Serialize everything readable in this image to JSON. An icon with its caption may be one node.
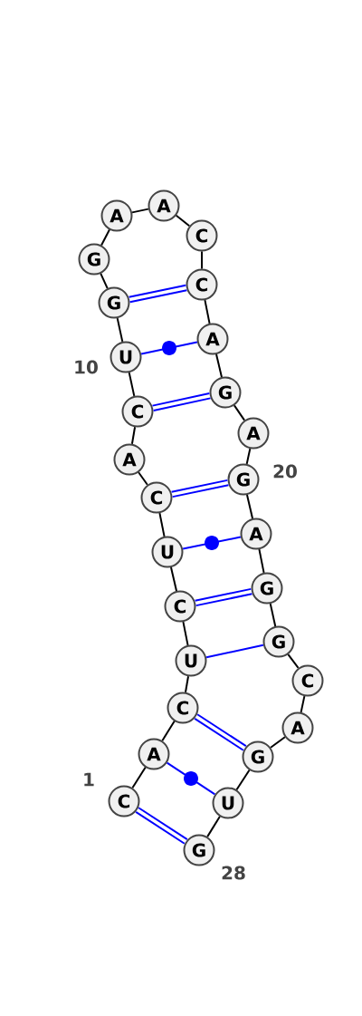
{
  "diagram": {
    "nodes": [
      {
        "text": [
          "C"
        ],
        "beside": [
          "1"
        ]
      },
      {
        "text": [
          "A"
        ]
      },
      {
        "text": [
          "C"
        ]
      },
      {
        "text": [
          "U"
        ]
      },
      {
        "text": [
          "C"
        ]
      },
      {
        "text": [
          "U"
        ]
      },
      {
        "text": [
          "C"
        ]
      },
      {
        "text": [
          "A"
        ]
      },
      {
        "text": [
          "C"
        ]
      },
      {
        "text": [
          "U"
        ],
        "beside": [
          "10"
        ]
      },
      {
        "text": [
          "G"
        ]
      },
      {
        "text": [
          "G"
        ]
      },
      {
        "text": [
          "A"
        ]
      },
      {
        "text": [
          "A"
        ]
      },
      {
        "text": [
          "C"
        ]
      },
      {
        "text": [
          "C"
        ]
      },
      {
        "text": [
          "A"
        ]
      },
      {
        "text": [
          "G"
        ]
      },
      {
        "text": [
          "A"
        ]
      },
      {
        "text": [
          "G"
        ],
        "beside": [
          "20"
        ]
      },
      {
        "text": [
          "A"
        ]
      },
      {
        "text": [
          "G"
        ]
      },
      {
        "text": [
          "G"
        ]
      },
      {
        "text": [
          "C"
        ]
      },
      {
        "text": [
          "A"
        ]
      },
      {
        "text": [
          "G"
        ]
      },
      {
        "text": [
          "U"
        ]
      },
      {
        "text": [
          "G"
        ],
        "beside": [
          "28"
        ]
      }
    ],
    "edges": [
      {
        "from": 0,
        "to": 1,
        "arrow": "none"
      },
      {
        "from": 1,
        "to": 2,
        "arrow": "none"
      },
      {
        "from": 2,
        "to": 3,
        "arrow": "none"
      },
      {
        "from": 3,
        "to": 4,
        "arrow": "none"
      },
      {
        "from": 4,
        "to": 5,
        "arrow": "none"
      },
      {
        "from": 5,
        "to": 6,
        "arrow": "none"
      },
      {
        "from": 6,
        "to": 7,
        "arrow": "none"
      },
      {
        "from": 7,
        "to": 8,
        "arrow": "none"
      },
      {
        "from": 8,
        "to": 9,
        "arrow": "none"
      },
      {
        "from": 9,
        "to": 10,
        "arrow": "none"
      },
      {
        "from": 10,
        "to": 11,
        "arrow": "none"
      },
      {
        "from": 11,
        "to": 12,
        "arrow": "none"
      },
      {
        "from": 12,
        "to": 13,
        "arrow": "none"
      },
      {
        "from": 13,
        "to": 14,
        "arrow": "none"
      },
      {
        "from": 14,
        "to": 15,
        "arrow": "none"
      },
      {
        "from": 15,
        "to": 16,
        "arrow": "none"
      },
      {
        "from": 16,
        "to": 17,
        "arrow": "none"
      },
      {
        "from": 17,
        "to": 18,
        "arrow": "none"
      },
      {
        "from": 18,
        "to": 19,
        "arrow": "none"
      },
      {
        "from": 19,
        "to": 20,
        "arrow": "none"
      },
      {
        "from": 20,
        "to": 21,
        "arrow": "none"
      },
      {
        "from": 21,
        "to": 22,
        "arrow": "none"
      },
      {
        "from": 22,
        "to": 23,
        "arrow": "none"
      },
      {
        "from": 23,
        "to": 24,
        "arrow": "none"
      },
      {
        "from": 24,
        "to": 25,
        "arrow": "none"
      },
      {
        "from": 25,
        "to": 26,
        "arrow": "none"
      },
      {
        "from": 26,
        "to": 27,
        "arrow": "none"
      },
      {
        "from": 0,
        "to": 27,
        "arrow": "none",
        "style": "thick",
        "color": "#0000ff"
      },
      {
        "from": 1,
        "to": 26,
        "arrow": "none",
        "color": "#0000ff"
      },
      {
        "from": 2,
        "to": 25,
        "arrow": "none",
        "style": "thick",
        "color": "#0000ff"
      },
      {
        "from": 3,
        "to": 22,
        "arrow": "none",
        "color": "#0000ff"
      },
      {
        "from": 4,
        "to": 21,
        "arrow": "none",
        "style": "thick",
        "color": "#0000ff"
      },
      {
        "from": 5,
        "to": 20,
        "arrow": "none",
        "color": "#0000ff"
      },
      {
        "from": 6,
        "to": 19,
        "arrow": "none",
        "style": "thick",
        "color": "#0000ff"
      },
      {
        "from": 8,
        "to": 17,
        "arrow": "none",
        "style": "thick",
        "color": "#0000ff"
      },
      {
        "from": 9,
        "to": 16,
        "arrow": "none",
        "color": "#0000ff"
      },
      {
        "from": 10,
        "to": 15,
        "arrow": "none",
        "style": "thick",
        "color": "#0000ff"
      }
    ]
  }
}
